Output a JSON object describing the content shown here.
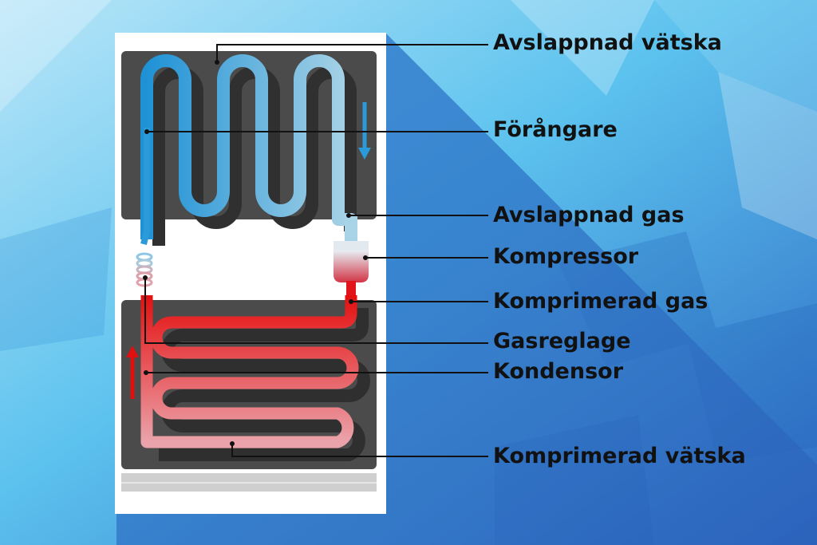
{
  "labels": {
    "avslappnad_vatska": "Avslappnad vätska",
    "forangare": "Förångare",
    "avslappnad_gas": "Avslappnad gas",
    "kompressor": "Kompressor",
    "komprimerad_gas": "Komprimerad gas",
    "gasreglage": "Gasreglage",
    "kondensor": "Kondensor",
    "komprimerad_vatska": "Komprimerad vätska"
  },
  "colors": {
    "background_light": "#7fd0f2",
    "background_dark": "#2a6fc4",
    "fridge_body": "#ffffff",
    "panel": "#4a4a4a",
    "cold_pipe": "#2a9ad8",
    "cold_pipe_light": "#a6d3e8",
    "hot_pipe": "#e01010",
    "hot_pipe_light": "#e8a0a8",
    "compressor_top": "#d8e4ec",
    "compressor_bottom": "#d04050"
  }
}
